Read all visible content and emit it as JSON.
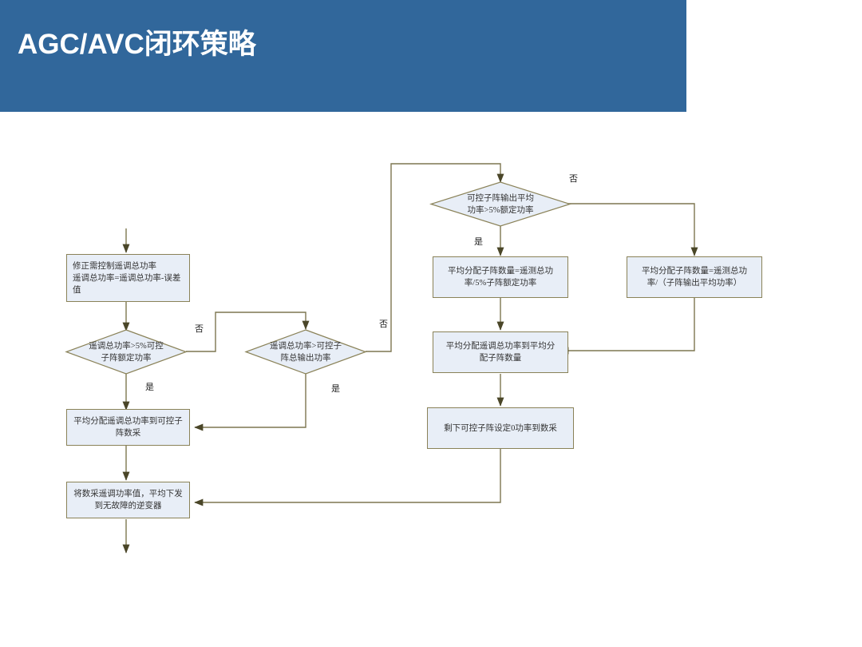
{
  "slide": {
    "title": "AGC/AVC闭环策略",
    "header_color": "#31679b",
    "background_color": "#ffffff"
  },
  "flowchart": {
    "node_fill": "#e8eef7",
    "node_stroke": "#8a8258",
    "connector_color": "#7d7650",
    "nodes": {
      "correct_power": "修正需控制遥调总功率\n遥调总功率=遥调总功率-误差值",
      "correct_power_line1": "修正需控制遥调总功率",
      "correct_power_line2": "遥调总功率=遥调总功率-误差",
      "correct_power_line3": "值",
      "decision_total_gt_5pct_l1": "遥调总功率>5%可控",
      "decision_total_gt_5pct_l2": "子阵额定功率",
      "decision_total_gt_output_l1": "遥调总功率>可控子",
      "decision_total_gt_output_l2": "阵总输出功率",
      "decision_avg_out_gt_5pct_l1": "可控子阵输出平均",
      "decision_avg_out_gt_5pct_l2": "功率>5%额定功率",
      "count_by_5pct_l1": "平均分配子阵数量=遥测总功",
      "count_by_5pct_l2": "率/5%子阵额定功率",
      "count_by_avg_l1": "平均分配子阵数量=遥测总功",
      "count_by_avg_l2": "率/（子阵输出平均功率）",
      "distribute_to_count_l1": "平均分配遥调总功率到平均分",
      "distribute_to_count_l2": "配子阵数量",
      "distribute_to_dcu_l1": "平均分配遥调总功率到可控子",
      "distribute_to_dcu_l2": "阵数采",
      "remaining_zero": "剩下可控子阵设定0功率到数采",
      "dispatch_inverter_l1": "将数采遥调功率值，平均下发",
      "dispatch_inverter_l2": "到无故障的逆变器"
    },
    "edge_labels": {
      "no_1": "否",
      "yes_1": "是",
      "no_2": "否",
      "yes_2": "是",
      "no_3": "否",
      "yes_3": "是"
    }
  }
}
